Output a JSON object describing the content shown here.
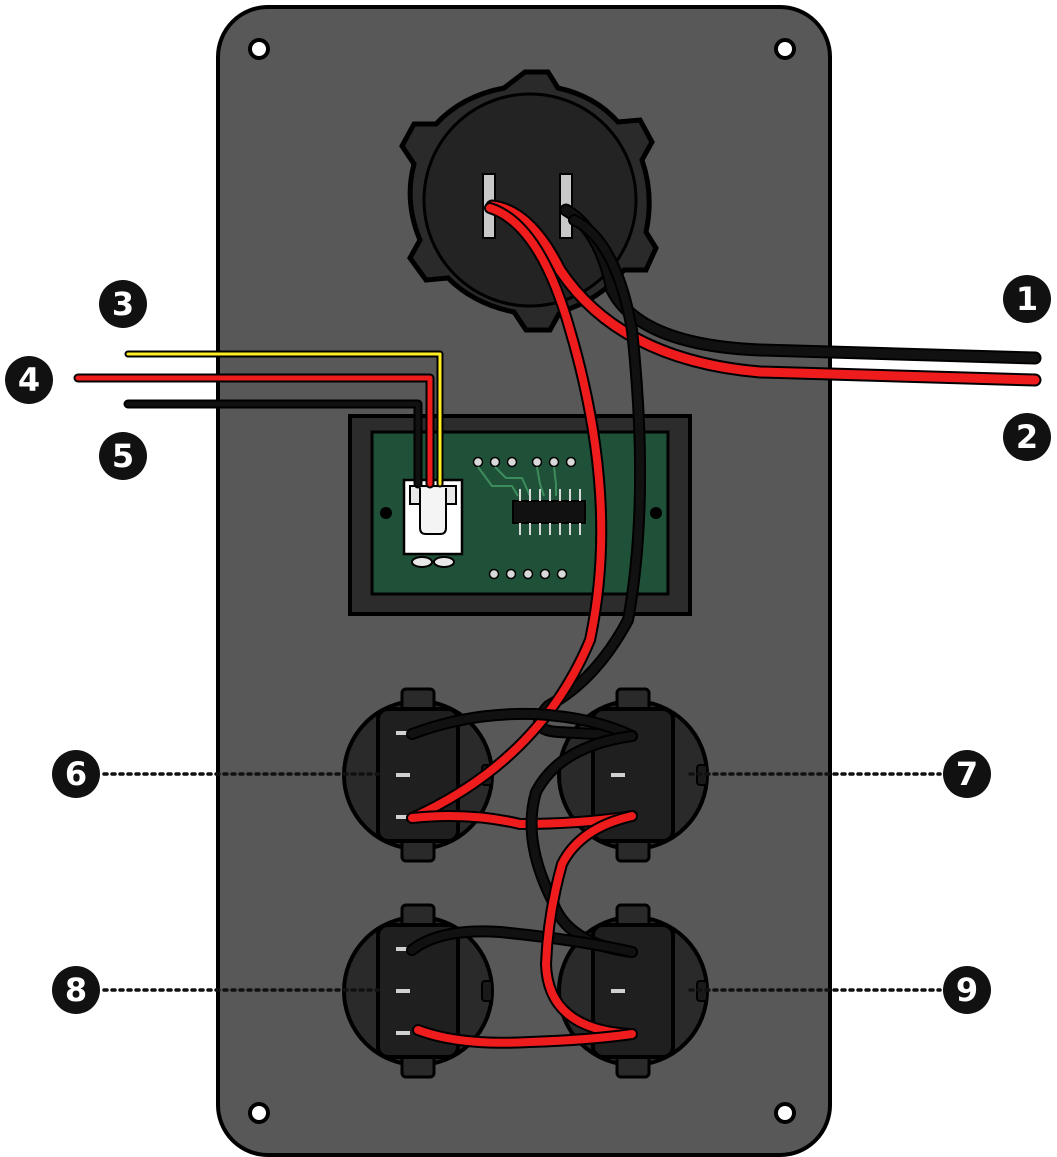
{
  "colors": {
    "background": "#ffffff",
    "panel_fill": "#585858",
    "panel_stroke": "#000000",
    "socket_fill": "#2a2a2a",
    "socket_inner": "#232323",
    "pcb_fill": "#1f5138",
    "pcb_trace": "#3d8c5c",
    "bezel_fill": "#2c2c2c",
    "connector_fill": "#ffffff",
    "wire_red": "#ee1c1c",
    "wire_black": "#111111",
    "wire_yellow": "#ffee22",
    "callout_fill": "#111111",
    "callout_text": "#ffffff",
    "leader_line": "#111111"
  },
  "callouts": [
    {
      "id": "1",
      "label": "1"
    },
    {
      "id": "2",
      "label": "2"
    },
    {
      "id": "3",
      "label": "3"
    },
    {
      "id": "4",
      "label": "4"
    },
    {
      "id": "5",
      "label": "5"
    },
    {
      "id": "6",
      "label": "6"
    },
    {
      "id": "7",
      "label": "7"
    },
    {
      "id": "8",
      "label": "8"
    },
    {
      "id": "9",
      "label": "9"
    }
  ],
  "icons": {
    "socket": "power-socket-icon",
    "display": "voltmeter-display-icon",
    "switch": "rocker-switch-icon"
  }
}
